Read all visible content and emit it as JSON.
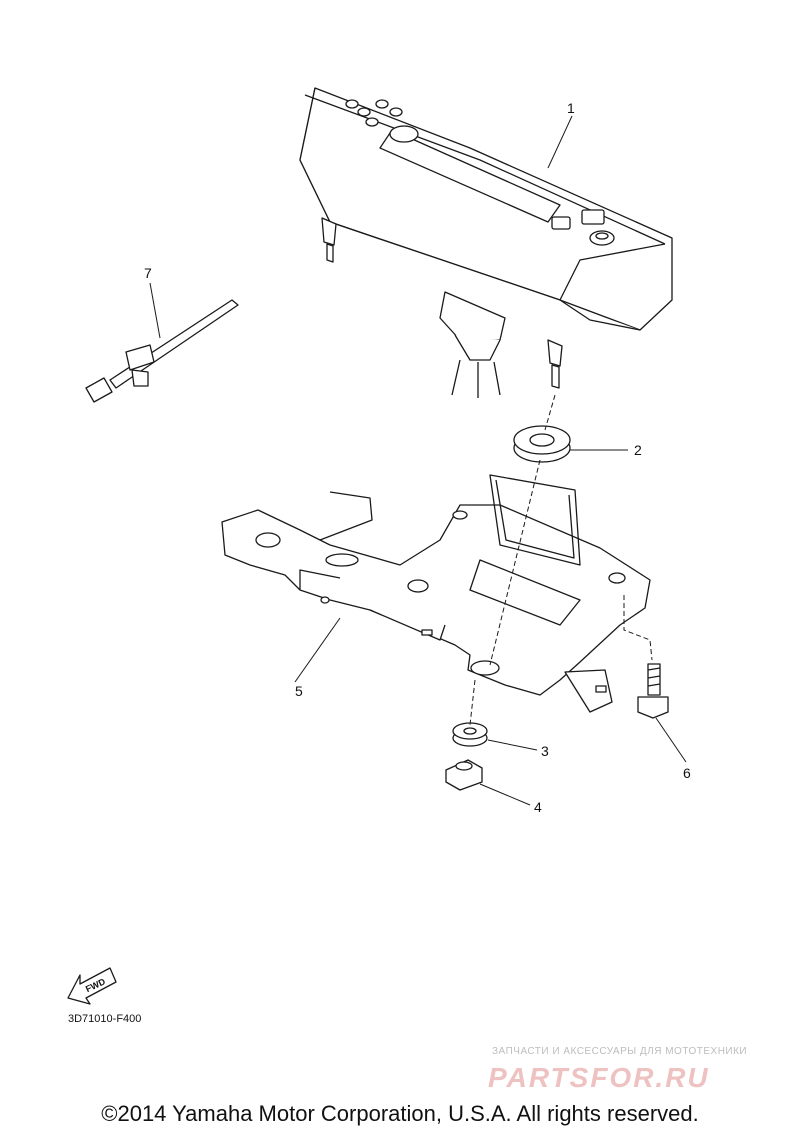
{
  "callouts": [
    "1",
    "2",
    "3",
    "4",
    "5",
    "6",
    "7"
  ],
  "fwd_label": "FWD",
  "part_code": "3D71010-F400",
  "watermark": {
    "tagline": "ЗАПЧАСТИ И АКСЕССУАРЫ ДЛЯ МОТОТЕХНИКИ",
    "logo": "PARTSFOR.RU"
  },
  "copyright": "©2014 Yamaha Motor Corporation, U.S.A. All rights reserved.",
  "colors": {
    "line": "#1a1a1a",
    "watermark_logo": "#efc2c2",
    "watermark_text": "#bdbdbd"
  }
}
